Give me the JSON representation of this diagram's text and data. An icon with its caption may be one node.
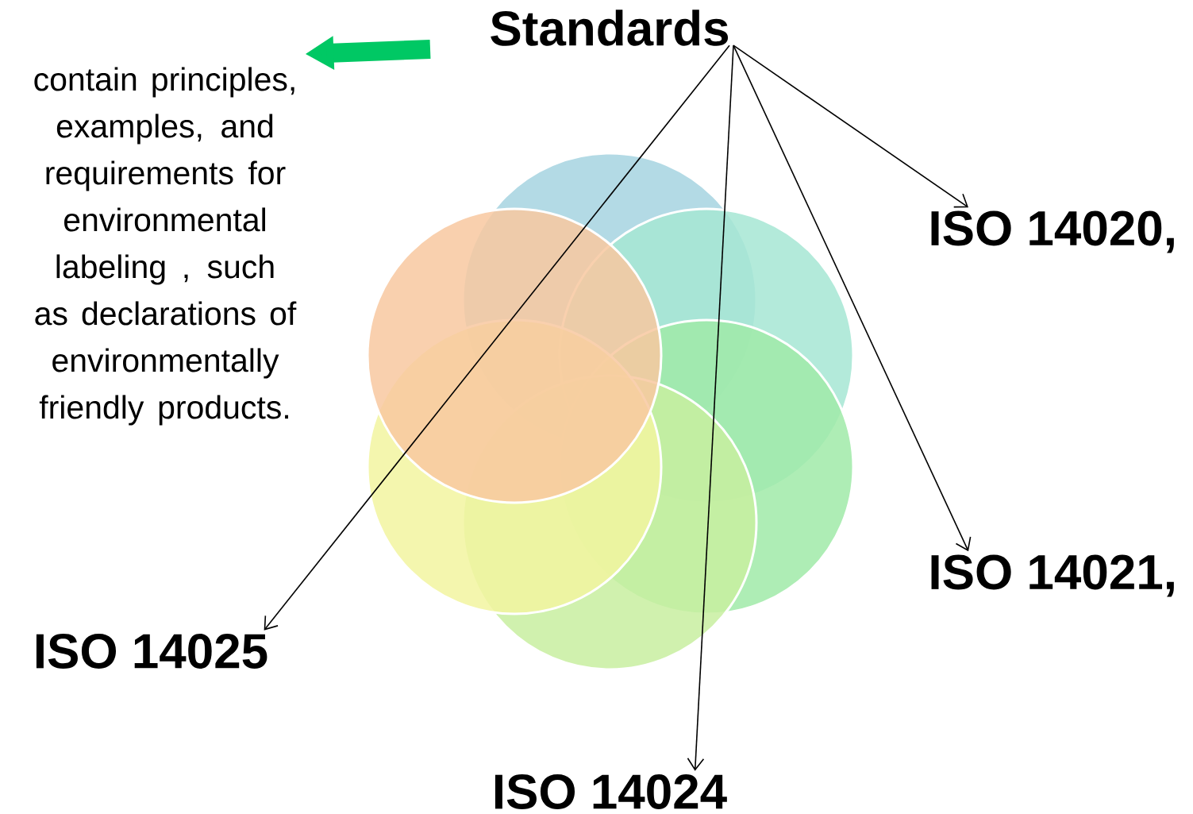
{
  "diagram": {
    "nodes": [
      {
        "text": [
          "Standards"
        ]
      },
      {
        "text": [
          "ISO 14020,"
        ]
      },
      {
        "text": [
          "ISO 14021,"
        ]
      },
      {
        "text": [
          "ISO 14024"
        ]
      },
      {
        "text": [
          "ISO 14025"
        ]
      },
      {
        "text": [
          "contain principles, examples, and requirements for environmental labeling , such as declarations of environmentally friendly products."
        ]
      }
    ],
    "edges": [
      {
        "from": 0,
        "to": 1,
        "arrow": "to"
      },
      {
        "from": 0,
        "to": 2,
        "arrow": "to"
      },
      {
        "from": 0,
        "to": 3,
        "arrow": "to"
      },
      {
        "from": 0,
        "to": 4,
        "arrow": "to"
      },
      {
        "from": 0,
        "to": 5,
        "arrow": "to",
        "style": "thick",
        "color": "#00c864"
      }
    ]
  }
}
